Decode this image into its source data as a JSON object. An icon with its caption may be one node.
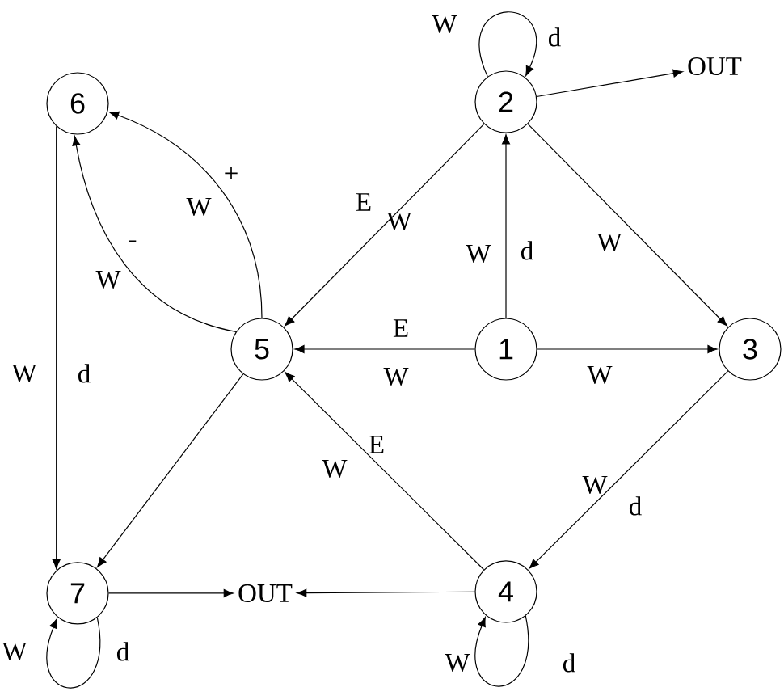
{
  "diagram": {
    "nodes": [
      {
        "text": [
          "6"
        ]
      },
      {
        "text": [
          "2"
        ]
      },
      {
        "text": [
          "OUT"
        ]
      },
      {
        "text": [
          "5"
        ]
      },
      {
        "text": [
          "1"
        ]
      },
      {
        "text": [
          "3"
        ]
      },
      {
        "text": [
          "7"
        ]
      },
      {
        "text": [
          "OUT"
        ]
      },
      {
        "text": [
          "4"
        ]
      }
    ],
    "edges": [
      {
        "from": 1,
        "to": 1,
        "arrow": "to",
        "label": "W"
      },
      {
        "from": 1,
        "to": 2,
        "arrow": "to"
      },
      {
        "from": 1,
        "to": 3,
        "arrow": "to",
        "label": "W"
      },
      {
        "from": 1,
        "to": 5,
        "arrow": "to",
        "label": "W"
      },
      {
        "from": 3,
        "to": 0,
        "arrow": "to",
        "label": "W"
      },
      {
        "from": 3,
        "to": 0,
        "arrow": "to",
        "label": "W"
      },
      {
        "from": 4,
        "to": 1,
        "arrow": "to",
        "label": "W"
      },
      {
        "from": 4,
        "to": 3,
        "arrow": "to",
        "label": "W"
      },
      {
        "from": 4,
        "to": 5,
        "arrow": "to",
        "label": "W"
      },
      {
        "from": 0,
        "to": 6,
        "arrow": "to",
        "label": "W"
      },
      {
        "from": 3,
        "to": 6,
        "arrow": "to"
      },
      {
        "from": 8,
        "to": 3,
        "arrow": "to",
        "label": "W"
      },
      {
        "from": 5,
        "to": 8,
        "arrow": "to",
        "label": "W"
      },
      {
        "from": 6,
        "to": 7,
        "arrow": "to"
      },
      {
        "from": 8,
        "to": 7,
        "arrow": "to"
      },
      {
        "from": 6,
        "to": 6,
        "arrow": "to",
        "label": "W"
      },
      {
        "from": 8,
        "to": 8,
        "arrow": "to",
        "label": "W"
      }
    ],
    "labels": [
      "d",
      "+",
      "E",
      "-",
      "d",
      "E",
      "d",
      "E",
      "d",
      "d",
      "d"
    ]
  }
}
